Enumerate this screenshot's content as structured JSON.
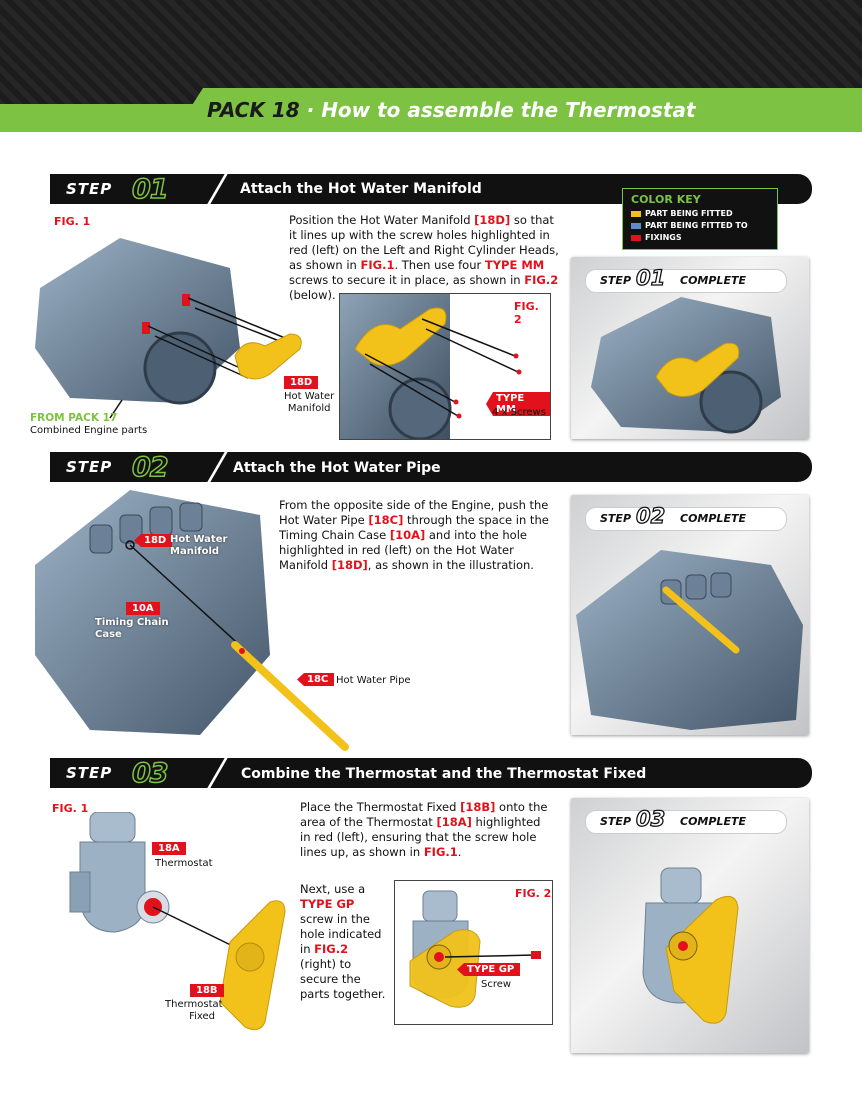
{
  "header": {
    "pack": "PACK 18",
    "title": "How to assemble the Thermostat"
  },
  "step_word": "STEP",
  "complete_word": "COMPLETE",
  "color_key": {
    "title": "COLOR KEY",
    "items": [
      {
        "label": "PART BEING FITTED",
        "color": "#f2c21b"
      },
      {
        "label": "PART BEING FITTED TO",
        "color": "#5c8fc9"
      },
      {
        "label": "FIXINGS",
        "color": "#e2121c"
      }
    ]
  },
  "step1": {
    "num": "01",
    "title": "Attach the Hot Water Manifold",
    "fig1": "FIG. 1",
    "fig2": "FIG. 2",
    "p_parts": [
      "Position the Hot Water Manifold ",
      "[18D]",
      " so that it lines up with the screw holes highlighted in red (left) on the Left and Right Cylinder Heads, as shown in ",
      "FIG.1",
      ". Then use four ",
      "TYPE MM",
      " screws to secure it in place, as shown in ",
      "FIG.2",
      " (below)."
    ],
    "tag18d": "18D",
    "cap18d": [
      "Hot Water",
      "Manifold"
    ],
    "from_pack": "FROM PACK 17",
    "from_pack_sub": "Combined Engine parts",
    "type_mm": "TYPE MM",
    "type_mm_sub": "4 x Screws"
  },
  "step2": {
    "num": "02",
    "title": "Attach the Hot Water Pipe",
    "p_parts": [
      "From the opposite side of the Engine, push the Hot Water Pipe ",
      "[18C]",
      " through the space in the Timing Chain Case ",
      "[10A]",
      " and into the hole highlighted in red (left) on the Hot Water Manifold ",
      "[18D]",
      ", as shown in the illustration."
    ],
    "tag18d": "18D",
    "cap18d": [
      "Hot Water",
      "Manifold"
    ],
    "tag10a": "10A",
    "cap10a": [
      "Timing Chain",
      "Case"
    ],
    "tag18c": "18C",
    "cap18c": "Hot Water Pipe"
  },
  "step3": {
    "num": "03",
    "title": "Combine the Thermostat and the Thermostat Fixed",
    "fig1": "FIG. 1",
    "fig2": "FIG. 2",
    "p1_parts": [
      "Place the Thermostat Fixed ",
      "[18B]",
      " onto the area of the Thermostat ",
      "[18A]",
      " highlighted in red (left), ensuring that the screw hole lines up, as shown in ",
      "FIG.1",
      "."
    ],
    "p2_parts": [
      "Next, use a ",
      "TYPE GP",
      " screw in the hole indicated in ",
      "FIG.2",
      " (right) to secure the parts together."
    ],
    "tag18a": "18A",
    "cap18a": "Thermostat",
    "tag18b": "18B",
    "cap18b": [
      "Thermostat",
      "Fixed"
    ],
    "type_gp": "TYPE GP",
    "type_gp_sub": "Screw"
  }
}
